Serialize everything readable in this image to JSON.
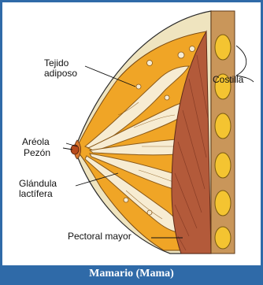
{
  "labels": {
    "tejido_adiposo": "Tejido\nadiposo",
    "costilla": "Costilla",
    "areola": "Aréola",
    "pezon": "Pezón",
    "glandula": "Glándula\nlactífera",
    "pectoral": "Pectoral mayor"
  },
  "caption": "Mamario (Mama)",
  "colors": {
    "frame": "#2f6aa8",
    "skin": "#efe4bf",
    "fat": "#f0a526",
    "lobule": "#f7ecd2",
    "muscle": "#b35a3a",
    "rib": "#f4c431",
    "nipple": "#b84a1c"
  }
}
